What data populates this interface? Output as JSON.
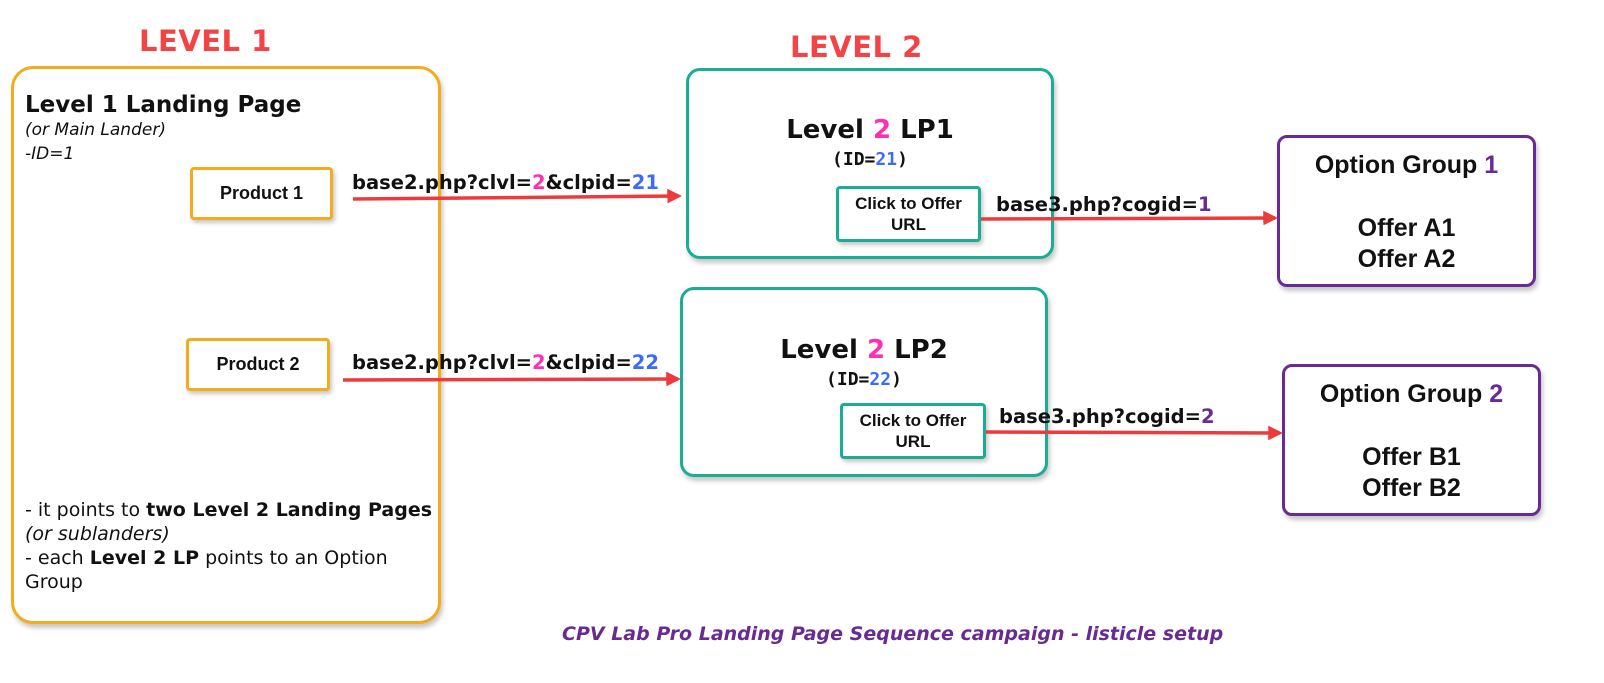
{
  "level1": {
    "heading": "LEVEL 1",
    "title": "Level 1 Landing Page",
    "subtitle": "(or Main Lander)",
    "id_line": "-ID=1",
    "products": [
      "Product 1",
      "Product 2"
    ],
    "desc": {
      "line1_prefix": "- it points to ",
      "line1_bold": "two Level 2 Landing Pages",
      "line1_italic": " (or sublanders)",
      "line2_prefix": "- each ",
      "line2_bold": "Level 2 LP",
      "line2_suffix": " points to an Option Group"
    }
  },
  "level2": {
    "heading": "LEVEL 2",
    "pages": [
      {
        "title_prefix": "Level ",
        "title_num": "2",
        "title_suffix": " LP1",
        "id_prefix": "(ID=",
        "id_num": "21",
        "id_suffix": ")",
        "button_line1": "Click to Offer",
        "button_line2": "URL"
      },
      {
        "title_prefix": "Level ",
        "title_num": "2",
        "title_suffix": " LP2",
        "id_prefix": "(ID=",
        "id_num": "22",
        "id_suffix": ")",
        "button_line1": "Click to Offer",
        "button_line2": "URL"
      }
    ]
  },
  "links": [
    {
      "prefix": "base2.php?clvl=",
      "lvl": "2",
      "mid": "&clpid=",
      "id": "21"
    },
    {
      "prefix": "base2.php?clvl=",
      "lvl": "2",
      "mid": "&clpid=",
      "id": "22"
    }
  ],
  "offer_links": [
    {
      "prefix": "base3.php?cogid=",
      "id": "1"
    },
    {
      "prefix": "base3.php?cogid=",
      "id": "2"
    }
  ],
  "option_groups": [
    {
      "title": "Option Group ",
      "num": "1",
      "offers": [
        "Offer A1",
        "Offer A2"
      ]
    },
    {
      "title": "Option Group ",
      "num": "2",
      "offers": [
        "Offer B1",
        "Offer B2"
      ]
    }
  ],
  "caption": "CPV Lab Pro Landing Page Sequence campaign - listicle setup",
  "colors": {
    "heading_red": "#f44345",
    "level1_border": "#f2ac1c",
    "level2_border": "#1aad96",
    "option_border": "#6a2a93",
    "arrow_red": "#ee3a3c",
    "accent_pink": "#ff2fb4",
    "accent_blue": "#3a6bff",
    "accent_purple": "#6a2a93"
  }
}
